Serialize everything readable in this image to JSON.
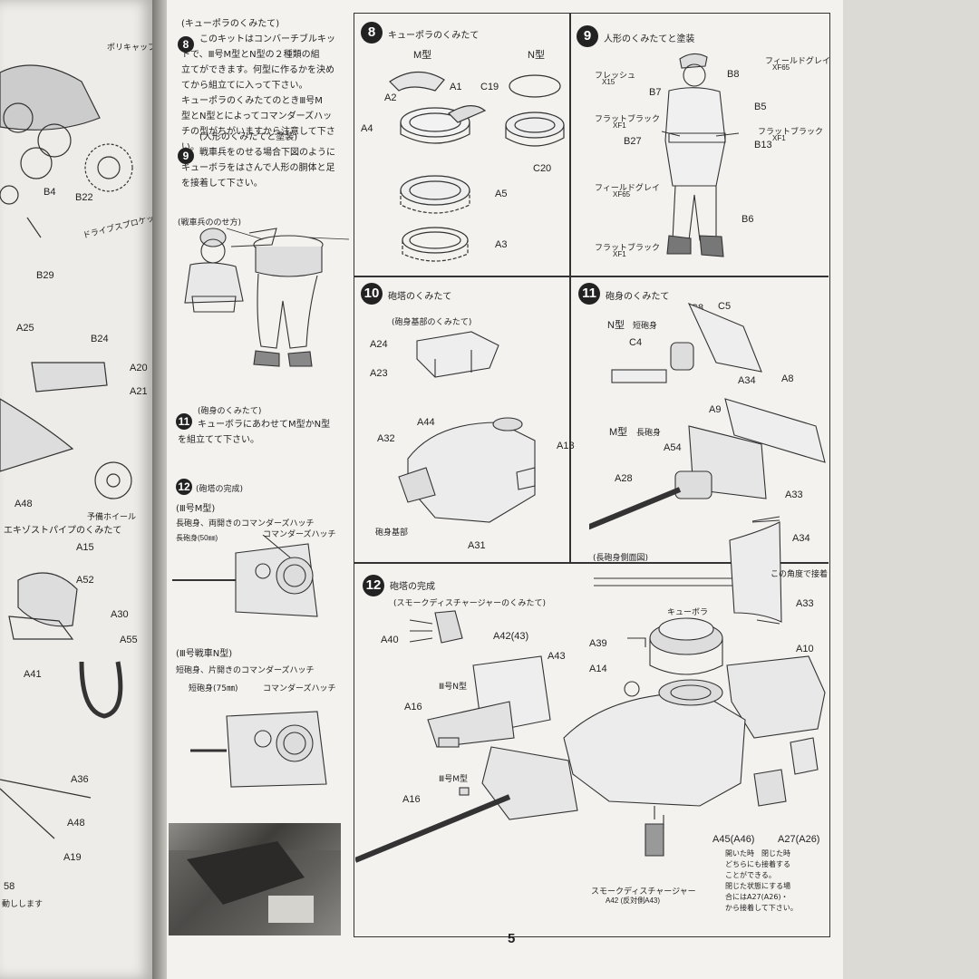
{
  "left_page": {
    "labels": [
      "ポリキャップ",
      "B4",
      "B22",
      "ドライブスプロケット",
      "B29",
      "A25",
      "B24",
      "A20",
      "A21",
      "A48",
      "予備ホイール",
      "エキゾストパイプのくみたて",
      "A15",
      "A52",
      "A30",
      "A55",
      "A41",
      "A36",
      "A48",
      "A19",
      "58",
      "動しします"
    ]
  },
  "middle_column": {
    "step8": {
      "num": "8",
      "lines": [
        "(キューポラのくみたて)",
        "このキットはコンバーチブルキッ",
        "トで、Ⅲ号M型とN型の２種類の組",
        "立てができます。何型に作るかを決め",
        "てから組立てに入って下さい。",
        "キューポラのくみたてのときⅢ号M",
        "型とN型とによってコマンダーズハッ",
        "チの型がちがいますから注意して下さ",
        "い。"
      ]
    },
    "step9": {
      "num": "9",
      "lines": [
        "(人形のくみたてと塗装)",
        "戦車兵をのせる場合下図のように",
        "キューボラをはさんで人形の胴体と足",
        "を接着して下さい。"
      ]
    },
    "crew_caption": "(戦車兵ののせ方)",
    "step11": {
      "num": "11",
      "lines": [
        "(砲身のくみたて)",
        "キューボラにあわせてM型かN型",
        "を組立てて下さい。"
      ]
    },
    "step12": {
      "num": "12",
      "title": "(砲塔の完成)",
      "m_title": "(Ⅲ号M型)",
      "m_desc": "長砲身、両開きのコマンダーズハッチ",
      "m_hatch": "コマンダーズハッチ",
      "m_barrel": "長砲身(50㎜)",
      "n_title": "(Ⅲ号戦車N型)",
      "n_desc": "短砲身、片開きのコマンダーズハッチ",
      "n_barrel": "短砲身(75㎜)",
      "n_hatch": "コマンダーズハッチ"
    }
  },
  "right_panel": {
    "s8": {
      "num": "8",
      "title": "キューポラのくみたて",
      "m": "M型",
      "n": "N型",
      "parts": [
        "A2",
        "A1",
        "C19",
        "A4",
        "C20",
        "A5",
        "A3"
      ]
    },
    "s9": {
      "num": "9",
      "title": "人形のくみたてと塗装",
      "fresh": "フレッシュ",
      "x15": "X15",
      "field1": "フィールドグレイ",
      "xf65a": "XF65",
      "b8": "B8",
      "b7": "B7",
      "b5": "B5",
      "flatb1": "フラットブラック",
      "xf1a": "XF1",
      "flatb2": "フラットブラック",
      "xf1b": "XF1",
      "b27": "B27",
      "b13": "B13",
      "field2": "フィールドグレイ",
      "xf65b": "XF65",
      "b6": "B6",
      "flatb3": "フラットブラック",
      "xf1c": "XF1"
    },
    "s10": {
      "num": "10",
      "title": "砲塔のくみたて",
      "sub": "(砲身基部のくみたて)",
      "parts": [
        "A24",
        "A23",
        "A44",
        "A32",
        "A13",
        "A31"
      ],
      "base": "砲身基部"
    },
    "s11": {
      "num": "11",
      "title": "砲身のくみたて",
      "n": "N型",
      "n_short": "短砲身",
      "c8": "C8",
      "c5": "C5",
      "c4": "C4",
      "m": "M型",
      "m_long": "長砲身",
      "parts": [
        "A34",
        "A8",
        "A9",
        "A54",
        "A33",
        "A28"
      ],
      "side_view": "(長砲身側面図)",
      "a34": "A34",
      "angle": "この角度で接着",
      "a33": "A33"
    },
    "s12": {
      "num": "12",
      "title": "砲塔の完成",
      "sub": "(スモークディスチャージャーのくみたて)",
      "a40": "A40",
      "a42": "A42(43)",
      "a39": "A39",
      "cupola": "キューボラ",
      "a10": "A10",
      "a43": "A43",
      "a14": "A14",
      "n_type": "Ⅲ号N型",
      "a16a": "A16",
      "m_type": "Ⅲ号M型",
      "a16b": "A16",
      "a45": "A45(A46)",
      "a27": "A27(A26)",
      "note": [
        "開いた時　閉じた時",
        "どちらにも接着する",
        "ことができる。",
        "閉じた状態にする場",
        "合にはA27(A26)・",
        "から接着して下さい。"
      ],
      "smoke": "スモークディスチャージャー",
      "smoke_parts": "A42 (反対側A43)"
    }
  },
  "page_number": "5"
}
